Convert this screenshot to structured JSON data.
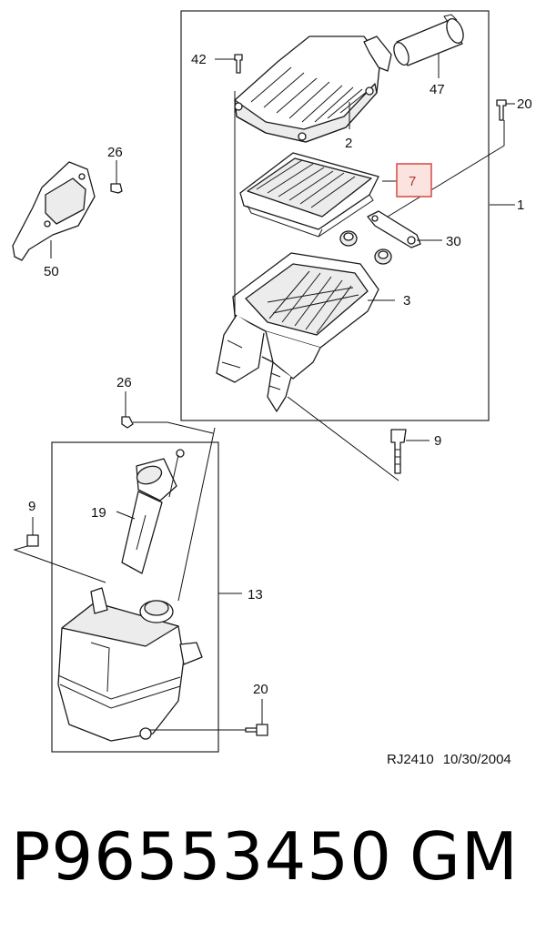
{
  "callouts": {
    "c42": "42",
    "c47": "47",
    "c20a": "20",
    "c2": "2",
    "c26a": "26",
    "c7": "7",
    "c1": "1",
    "c30": "30",
    "c50": "50",
    "c3": "3",
    "c26b": "26",
    "c9a": "9",
    "c19": "19",
    "c9b": "9",
    "c13": "13",
    "c20b": "20"
  },
  "highlight_color": "#d9534f",
  "drawing_ref": {
    "code": "RJ2410",
    "date": "10/30/2004"
  },
  "footer": {
    "part_number": "P96553450",
    "brand": "GM"
  }
}
